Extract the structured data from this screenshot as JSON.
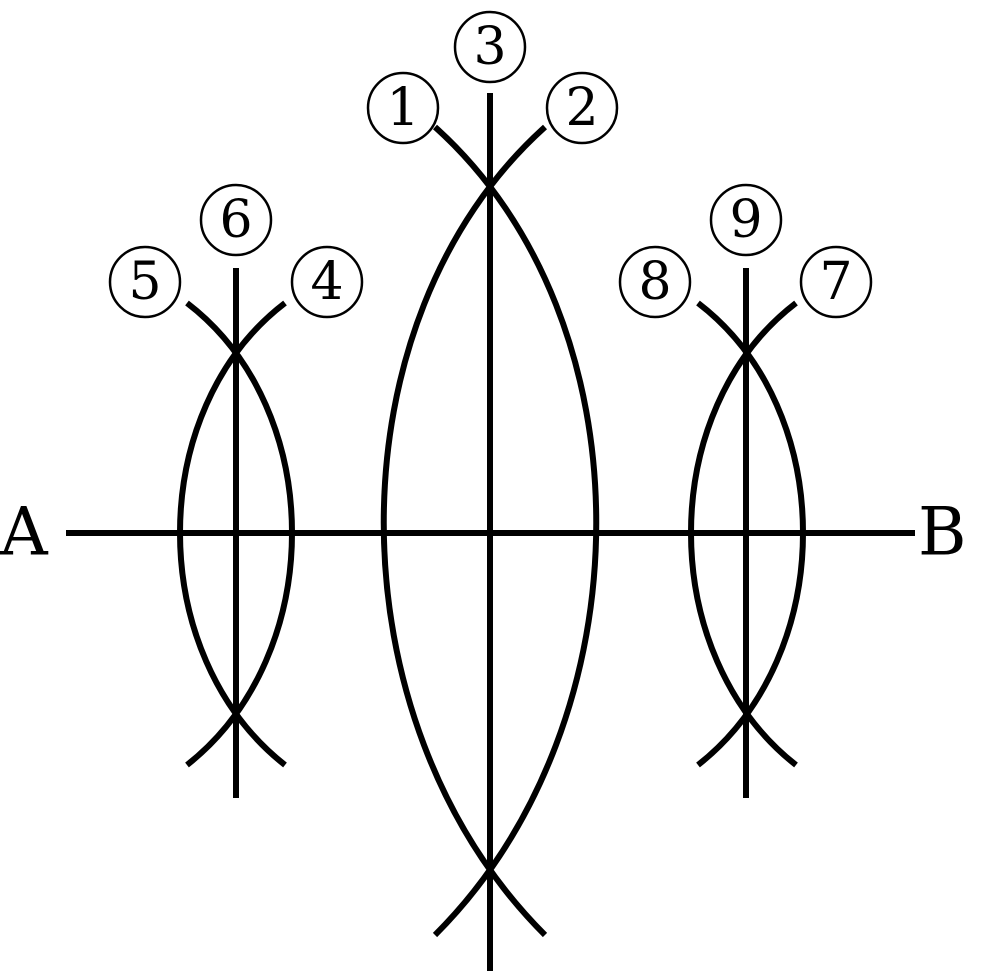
{
  "points": {
    "a": "A",
    "b": "B"
  },
  "labels": {
    "l1": "1",
    "l2": "2",
    "l3": "3",
    "l4": "4",
    "l5": "5",
    "l6": "6",
    "l7": "7",
    "l8": "8",
    "l9": "9"
  }
}
